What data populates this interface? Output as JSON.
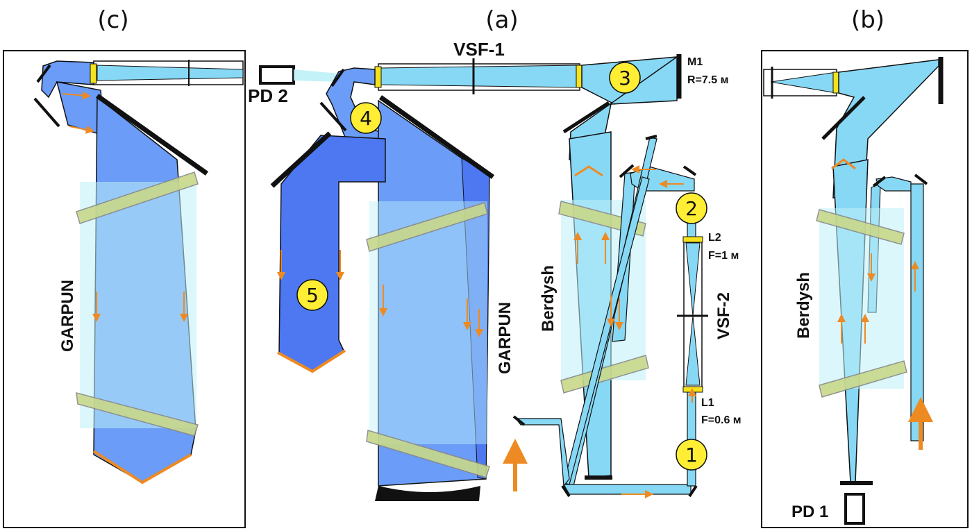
{
  "panels": {
    "a": "(a)",
    "b": "(b)",
    "c": "(c)"
  },
  "labels": {
    "vsf1": "VSF-1",
    "vsf2": "VSF-2",
    "pd1": "PD 1",
    "pd2": "PD 2",
    "m1": "M1",
    "m1_r": "R=7.5 м",
    "l1": "L1",
    "l1_f": "F=0.6 м",
    "l2": "L2",
    "l2_f": "F=1 м",
    "garpun": "GARPUN",
    "berdysh": "Berdysh"
  },
  "markers": [
    "1",
    "2",
    "3",
    "4",
    "5"
  ],
  "colors": {
    "beam_light": "#87d8f5",
    "beam_dark": "#6a9cf8",
    "beam_deep": "#4d78f2",
    "arrow": "#ee8a22",
    "marker": "#ffee33",
    "window": "#c8d88a",
    "lens": "#f4e21c"
  }
}
